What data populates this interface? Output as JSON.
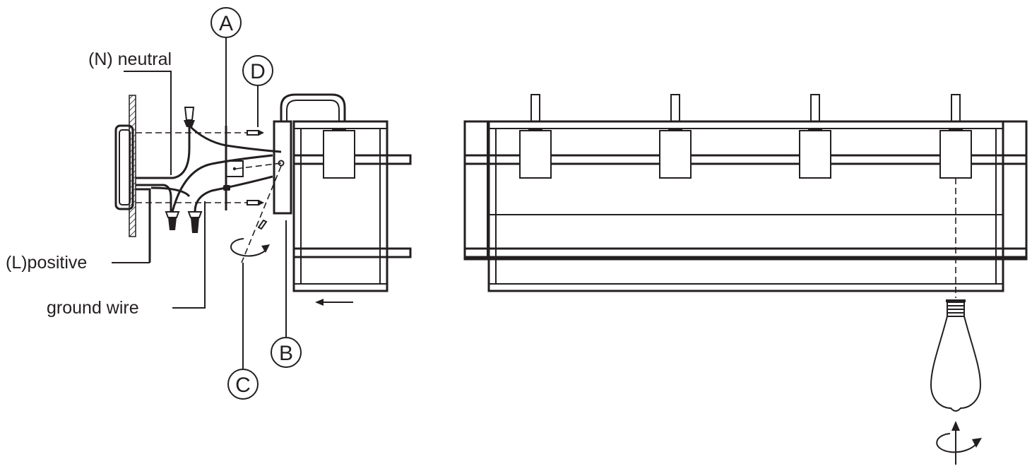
{
  "labels": {
    "neutral": "(N) neutral",
    "positive": "(L)positive",
    "ground": "ground wire"
  },
  "callouts": {
    "a": "A",
    "b": "B",
    "c": "C",
    "d": "D"
  }
}
